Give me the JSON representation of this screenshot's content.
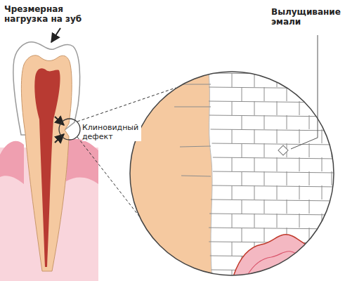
{
  "diagram": {
    "labels": [
      "Чрезмерная нагрузка на зуб",
      "Клиновидный дефект",
      "Вылущивание эмали"
    ]
  }
}
